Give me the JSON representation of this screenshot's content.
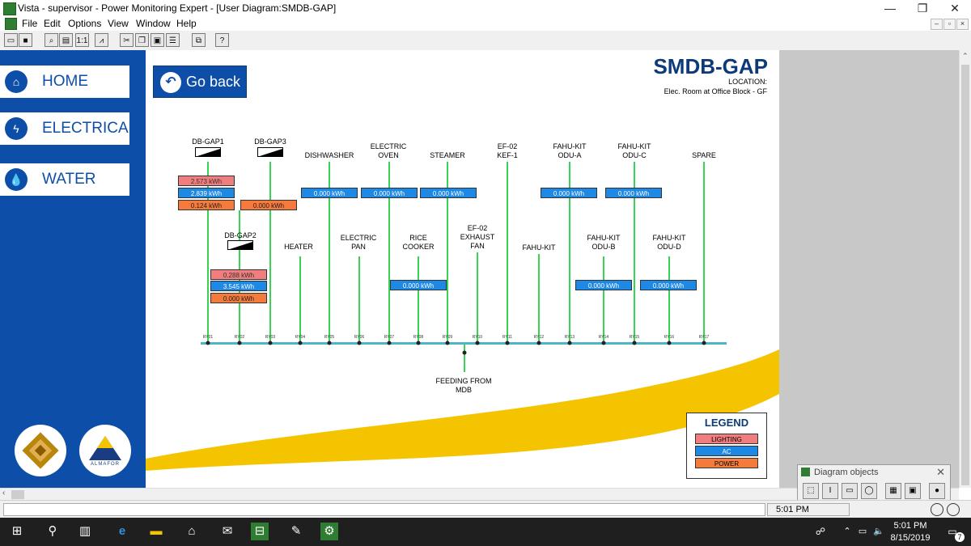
{
  "window": {
    "title": "Vista - supervisor - Power Monitoring Expert - [User Diagram:SMDB-GAP]",
    "minimize": "—",
    "restore": "❐",
    "close": "✕"
  },
  "menu": [
    "File",
    "Edit",
    "Options",
    "View",
    "Window",
    "Help"
  ],
  "toolbar_icons": [
    "open-icon",
    "save-icon",
    "zoom-icon",
    "view-icon",
    "scale-icon",
    "chart-icon",
    "cut-icon",
    "copy-icon",
    "paste-icon",
    "layout-icon",
    "window-icon",
    "help-icon"
  ],
  "toolbar_help": "?",
  "nav": {
    "home": "HOME",
    "electrical": "ELECTRICAL",
    "water": "WATER",
    "logo2_text": "ALMAFOR"
  },
  "diagram": {
    "go_back": "Go back",
    "title": "SMDB-GAP",
    "location_label": "LOCATION:",
    "location_value": "Elec. Room at Office Block - GF",
    "feeding": [
      "FEEDING FROM",
      "MDB"
    ],
    "panels": [
      {
        "name": "DB-GAP1"
      },
      {
        "name": "DB-GAP3"
      },
      {
        "name": "DB-GAP2"
      }
    ],
    "labels": [
      {
        "lines": [
          "DISHWASHER"
        ]
      },
      {
        "lines": [
          "ELECTRIC",
          "OVEN"
        ]
      },
      {
        "lines": [
          "STEAMER"
        ]
      },
      {
        "lines": [
          "EF-02",
          "KEF-1"
        ]
      },
      {
        "lines": [
          "FAHU-KIT",
          "ODU-A"
        ]
      },
      {
        "lines": [
          "FAHU-KIT",
          "ODU-C"
        ]
      },
      {
        "lines": [
          "SPARE"
        ]
      },
      {
        "lines": [
          "HEATER"
        ]
      },
      {
        "lines": [
          "ELECTRIC",
          "PAN"
        ]
      },
      {
        "lines": [
          "RICE",
          "COOKER"
        ]
      },
      {
        "lines": [
          "EF-02",
          "EXHAUST",
          "FAN"
        ]
      },
      {
        "lines": [
          "FAHU-KIT"
        ]
      },
      {
        "lines": [
          "FAHU-KIT",
          "ODU-B"
        ]
      },
      {
        "lines": [
          "FAHU-KIT",
          "ODU-D"
        ]
      }
    ],
    "readings": [
      {
        "type": "lighting",
        "value": "2.573 kWh"
      },
      {
        "type": "ac",
        "value": "2.839 kWh"
      },
      {
        "type": "power",
        "value": "0.124 kWh"
      },
      {
        "type": "power",
        "value": "0.000 kWh"
      },
      {
        "type": "ac",
        "value": "0.000 kWh"
      },
      {
        "type": "ac",
        "value": "0.000 kWh"
      },
      {
        "type": "ac",
        "value": "0.000 kWh"
      },
      {
        "type": "ac",
        "value": "0.000 kWh"
      },
      {
        "type": "ac",
        "value": "0.000 kWh"
      },
      {
        "type": "lighting",
        "value": "0.288 kWh"
      },
      {
        "type": "ac",
        "value": "3.545 kWh"
      },
      {
        "type": "power",
        "value": "0.000 kWh"
      },
      {
        "type": "ac",
        "value": "0.000 kWh"
      },
      {
        "type": "ac",
        "value": "0.000 kWh"
      },
      {
        "type": "ac",
        "value": "0.000 kWh"
      }
    ],
    "relays": [
      "RY01",
      "RY02",
      "RY03",
      "RY04",
      "RY05",
      "RY06",
      "RY07",
      "RY08",
      "RY09",
      "RY10",
      "RY11",
      "RY12",
      "RY13",
      "RY14",
      "RY15",
      "RY16",
      "RY17"
    ]
  },
  "legend": {
    "title": "LEGEND",
    "lighting": "LIGHTING",
    "ac": "AC",
    "power": "POWER"
  },
  "palette": {
    "title": "Diagram objects",
    "close": "✕"
  },
  "status": {
    "time": "5:01 PM"
  },
  "taskbar": {
    "time": "5:01 PM",
    "date": "8/15/2019",
    "notifications": "7"
  },
  "colors": {
    "nav_blue": "#0d4fa8",
    "lighting": "#f07e7e",
    "ac": "#1e88e5",
    "power": "#f47b3c",
    "line_green": "#39d353",
    "bus": "#4fb4c8",
    "wave_yellow": "#f5c400"
  }
}
